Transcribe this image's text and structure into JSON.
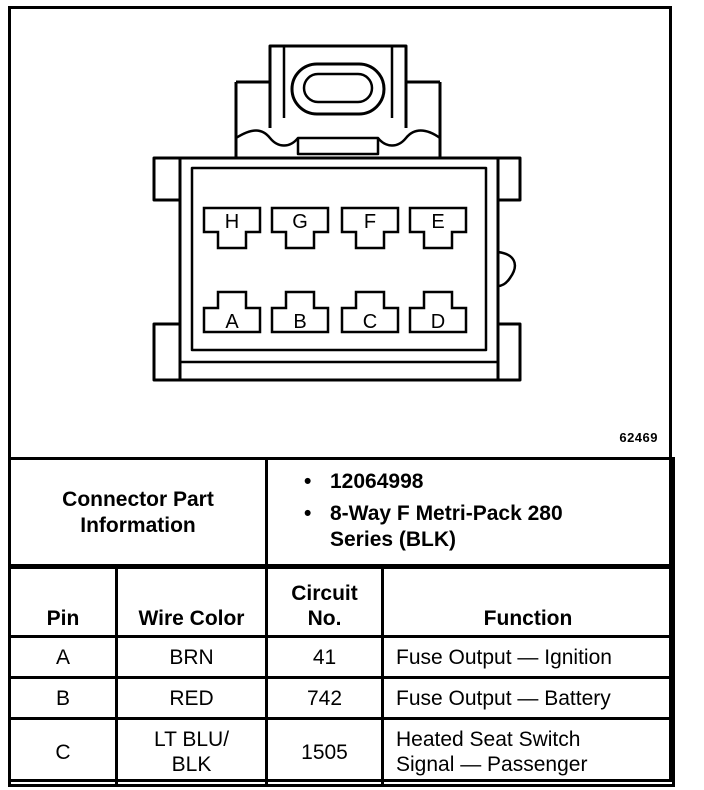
{
  "diagram": {
    "figure_number": "62469",
    "top_row_pins": [
      "H",
      "G",
      "F",
      "E"
    ],
    "bottom_row_pins": [
      "A",
      "B",
      "C",
      "D"
    ]
  },
  "connector_info": {
    "label_line1": "Connector Part",
    "label_line2": "Information",
    "bullet": "•",
    "items": [
      "12064998",
      "8-Way F Metri-Pack 280",
      "Series (BLK)"
    ]
  },
  "pin_table": {
    "headers": {
      "pin": "Pin",
      "wire_color": "Wire Color",
      "circuit_line1": "Circuit",
      "circuit_line2": "No.",
      "function": "Function"
    },
    "rows": [
      {
        "pin": "A",
        "wire_color_1": "BRN",
        "wire_color_2": "",
        "circuit": "41",
        "function_1": "Fuse Output — Ignition",
        "function_2": ""
      },
      {
        "pin": "B",
        "wire_color_1": "RED",
        "wire_color_2": "",
        "circuit": "742",
        "function_1": "Fuse Output — Battery",
        "function_2": ""
      },
      {
        "pin": "C",
        "wire_color_1": "LT BLU/",
        "wire_color_2": "BLK",
        "circuit": "1505",
        "function_1": "Heated Seat Switch",
        "function_2": "Signal — Passenger"
      }
    ]
  }
}
